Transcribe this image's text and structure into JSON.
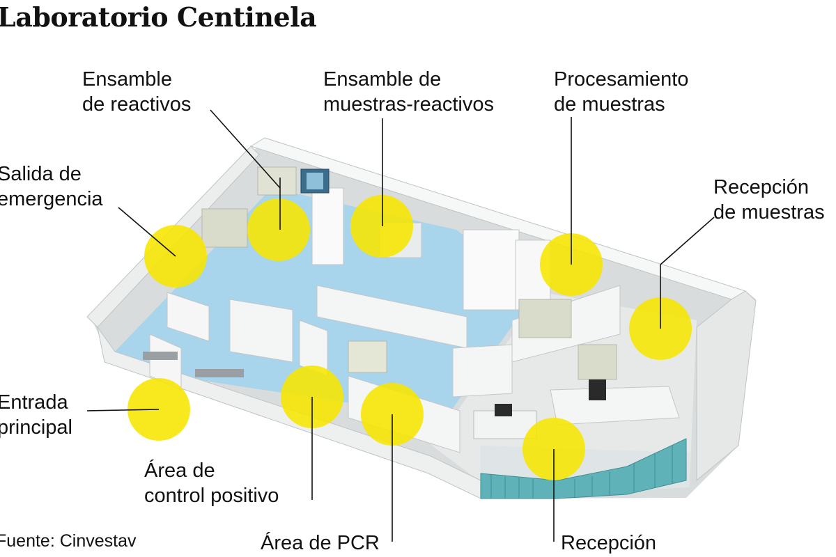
{
  "title": "Laboratorio Centinela",
  "source": "Fuente: Cinvestav",
  "labels": {
    "ensamble_reactivos": [
      "Ensamble",
      "de reactivos"
    ],
    "ensamble_muestras": [
      "Ensamble de",
      "muestras-reactivos"
    ],
    "procesamiento": [
      "Procesamiento",
      "de muestras"
    ],
    "recepcion_muestras": [
      "Recepción",
      "de muestras"
    ],
    "salida": [
      "Salida de",
      "emergencia"
    ],
    "entrada": [
      "Entrada",
      "principal"
    ],
    "control_positivo": [
      "Área de",
      "control positivo"
    ],
    "pcr": [
      "Área de PCR"
    ],
    "recepcion": [
      "Recepción"
    ]
  },
  "colors": {
    "highlight": "#f7e600",
    "floor": "#a8d4ec",
    "wall": "#f1f2f2",
    "wall_shadow": "#c9cccd",
    "curtain": "#5fb3b8"
  }
}
